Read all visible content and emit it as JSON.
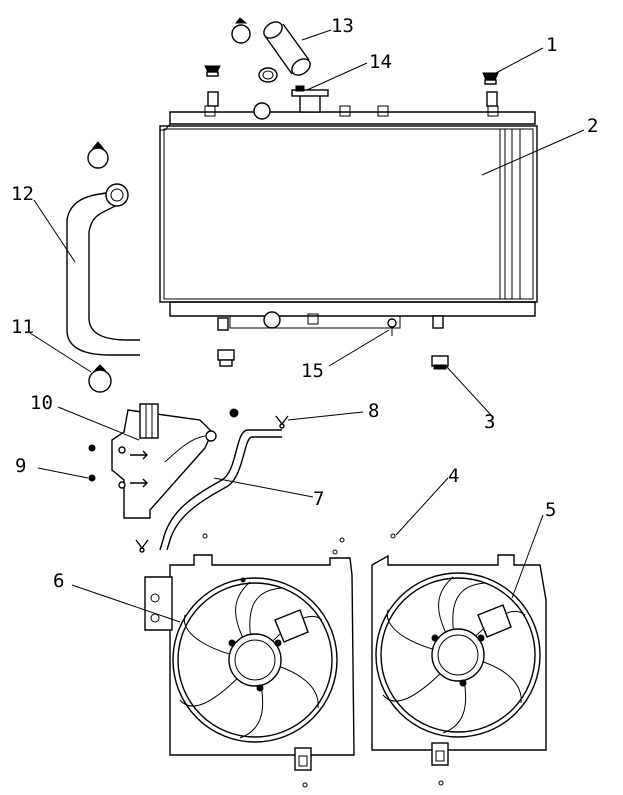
{
  "diagram": {
    "subject": "exploded parts diagram",
    "line_color": "#000000",
    "background": "#ffffff"
  },
  "callouts": [
    {
      "n": "1"
    },
    {
      "n": "2"
    },
    {
      "n": "3"
    },
    {
      "n": "4"
    },
    {
      "n": "5"
    },
    {
      "n": "6"
    },
    {
      "n": "7"
    },
    {
      "n": "8"
    },
    {
      "n": "9"
    },
    {
      "n": "10"
    },
    {
      "n": "11"
    },
    {
      "n": "12"
    },
    {
      "n": "13"
    },
    {
      "n": "14"
    },
    {
      "n": "15"
    }
  ]
}
